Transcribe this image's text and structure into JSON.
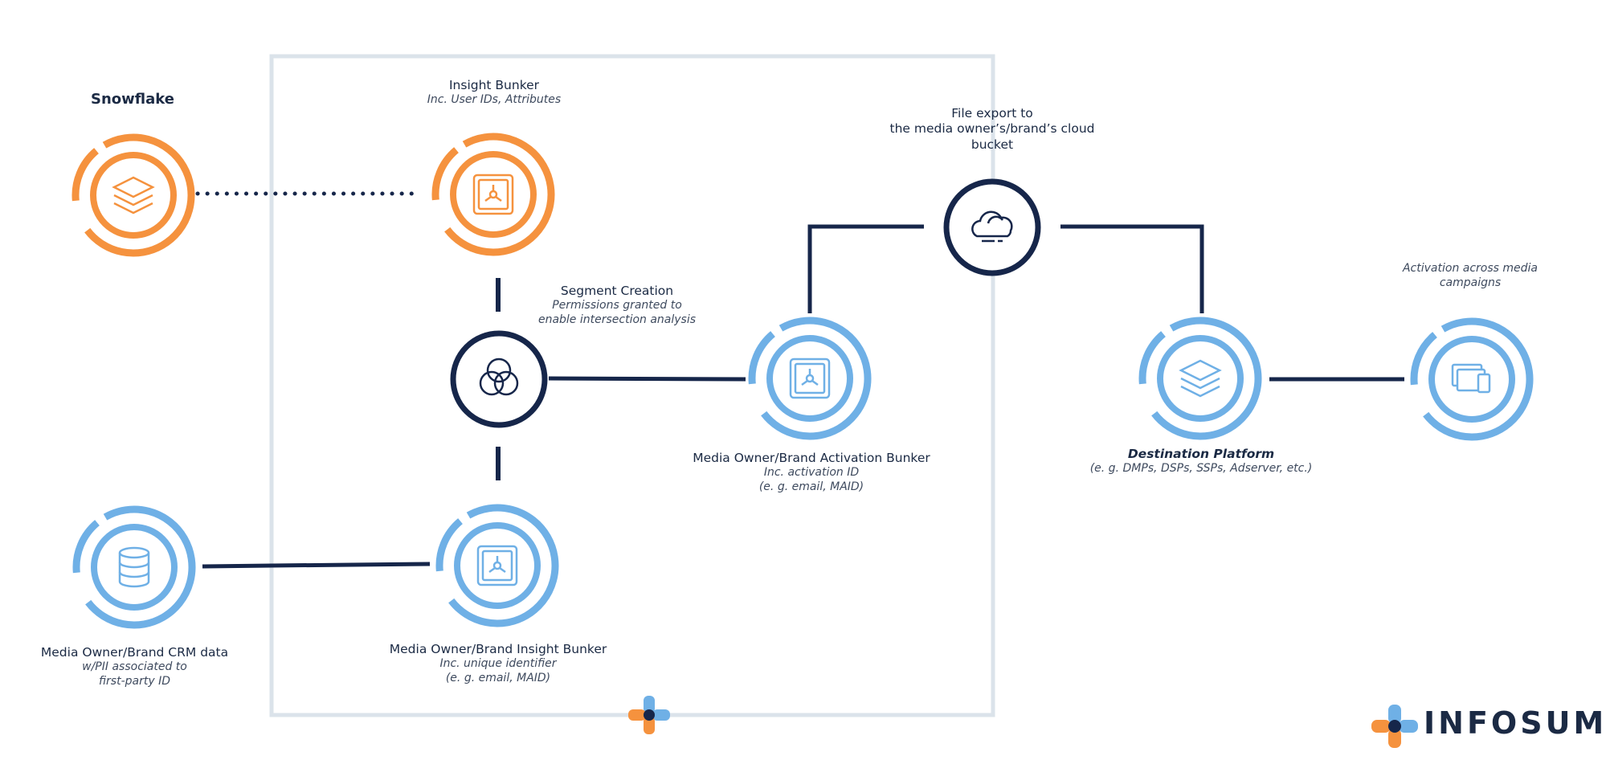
{
  "colors": {
    "orange": "#f5923e",
    "blue": "#6fb0e6",
    "navy": "#16264a",
    "frame": "#dbe3ea"
  },
  "nodes": {
    "snowflake": {
      "title": "Snowflake",
      "icon": "layers-icon"
    },
    "insight_bunker": {
      "title": "Insight Bunker",
      "subtitle": "Inc. User IDs, Attributes",
      "icon": "vault-icon"
    },
    "segment": {
      "title": "Segment Creation",
      "subtitle1": "Permissions granted to",
      "subtitle2": "enable intersection analysis",
      "icon": "venn-icon"
    },
    "file_export": {
      "line1": "File export to",
      "line2": "the media owner’s/brand’s cloud",
      "line3": "bucket",
      "icon": "cloud-icon"
    },
    "activation_bunker": {
      "title": "Media Owner/Brand Activation Bunker",
      "subtitle1": "Inc. activation ID",
      "subtitle2": "(e. g. email, MAID)",
      "icon": "vault-icon"
    },
    "destination": {
      "title": "Destination Platform",
      "subtitle": "(e. g. DMPs, DSPs, SSPs, Adserver, etc.)",
      "icon": "layers-icon"
    },
    "activation_campaigns": {
      "line1": "Activation across media",
      "line2": "campaigns",
      "icon": "devices-icon"
    },
    "crm": {
      "title": "Media Owner/Brand CRM data",
      "subtitle1": "w/PII associated to",
      "subtitle2": "first-party ID",
      "icon": "database-icon"
    },
    "mo_insight_bunker": {
      "title": "Media Owner/Brand Insight Bunker",
      "subtitle1": "Inc. unique identifier",
      "subtitle2": "(e. g. email, MAID)",
      "icon": "vault-icon"
    }
  },
  "brand": {
    "name": "INFOSUM"
  }
}
